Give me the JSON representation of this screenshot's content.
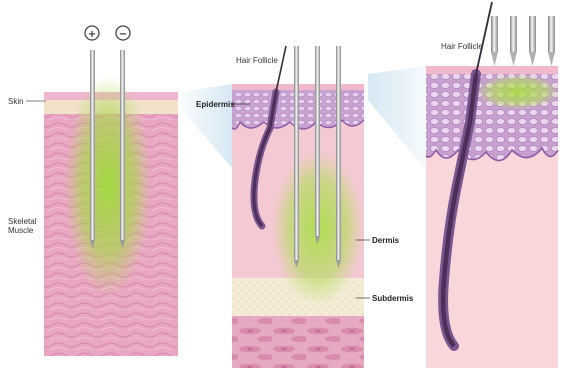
{
  "panels": {
    "muscle": {
      "electrodes": {
        "positive": "+",
        "negative": "−"
      },
      "labels": {
        "skin": "Skin",
        "muscle_line1": "Skeletal",
        "muscle_line2": "Muscle"
      }
    },
    "dermis": {
      "labels": {
        "hair_follicle": "Hair Follicle",
        "epidermis": "Epidermis",
        "dermis": "Dermis",
        "subdermis": "Subdermis"
      }
    },
    "epidermis": {
      "labels": {
        "hair_follicle": "Hair Follicle"
      }
    }
  }
}
